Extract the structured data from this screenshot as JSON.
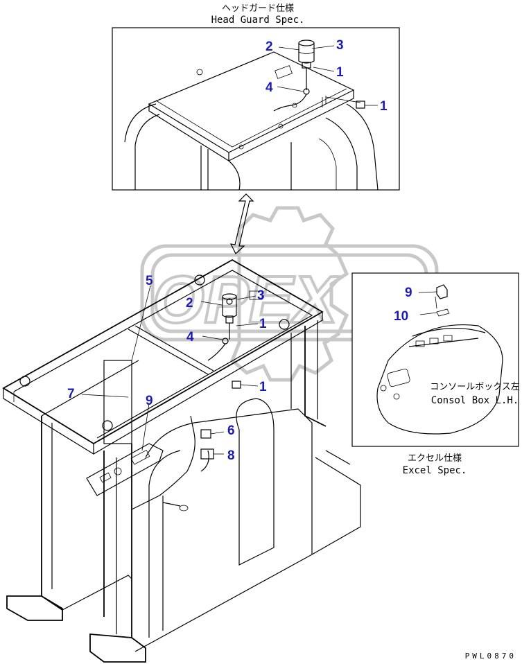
{
  "captions": {
    "head_guard_jp": "ヘッドガード仕様",
    "head_guard_en": "Head Guard Spec.",
    "console_jp": "コンソールボックス左",
    "console_en": "Consol Box L.H.",
    "excel_jp": "エクセル仕様",
    "excel_en": "Excel Spec.",
    "drawing_code": "PWL0870"
  },
  "watermark": "OPEX",
  "callouts": {
    "top_2": "2",
    "top_3": "3",
    "top_1a": "1",
    "top_4": "4",
    "top_1b": "1",
    "main_5": "5",
    "main_2": "2",
    "main_3": "3",
    "main_1a": "1",
    "main_4": "4",
    "main_1b": "1",
    "main_7": "7",
    "main_9": "9",
    "main_6": "6",
    "main_8": "8",
    "inset_9": "9",
    "inset_10": "10"
  },
  "colors": {
    "callout": "#1a1ab8",
    "line": "#000000",
    "watermark": "#c8c8c8"
  }
}
